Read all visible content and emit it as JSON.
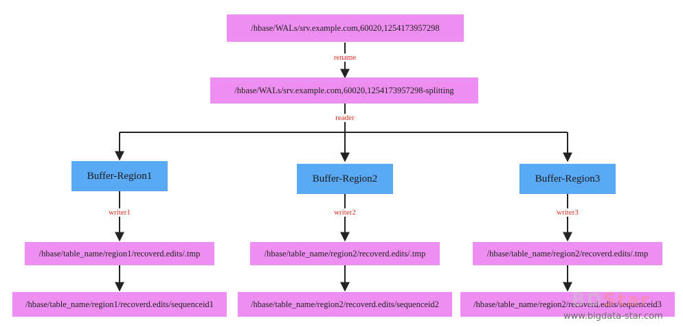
{
  "wal_node": "/hbase/WALs/srv.example.com,60020,1254173957298",
  "splitting_node": "/hbase/WALs/srv.example.com,60020,1254173957298-splitting",
  "edge_rename": "rename",
  "edge_reader": "reader",
  "regions": [
    {
      "buffer": "Buffer-Region1",
      "writer": "writer1",
      "tmp_path": "/hbase/table_name/region1/recoverd.edits/.tmp",
      "final_path": "/hbase/table_name/region1/recoverd.edits/sequenceid1"
    },
    {
      "buffer": "Buffer-Region2",
      "writer": "writer2",
      "tmp_path": "/hbase/table_name/region2/recoverd.edits/.tmp",
      "final_path": "/hbase/table_name/region2/recoverd.edits/sequenceid2"
    },
    {
      "buffer": "Buffer-Region3",
      "writer": "writer3",
      "tmp_path": "/hbase/table_name/region2/recoverd.edits/.tmp",
      "final_path": "/hbase/table_name/region2/recoverd.edits/sequenceid3"
    }
  ],
  "watermark": {
    "logo_text_a": "BD",
    "logo_text_b": "Star",
    "url": "www.bigdata-star.com"
  },
  "colors": {
    "path_node": "#ee8ef0",
    "buffer_node": "#5aa9f5",
    "edge_label": "#e0281e"
  }
}
